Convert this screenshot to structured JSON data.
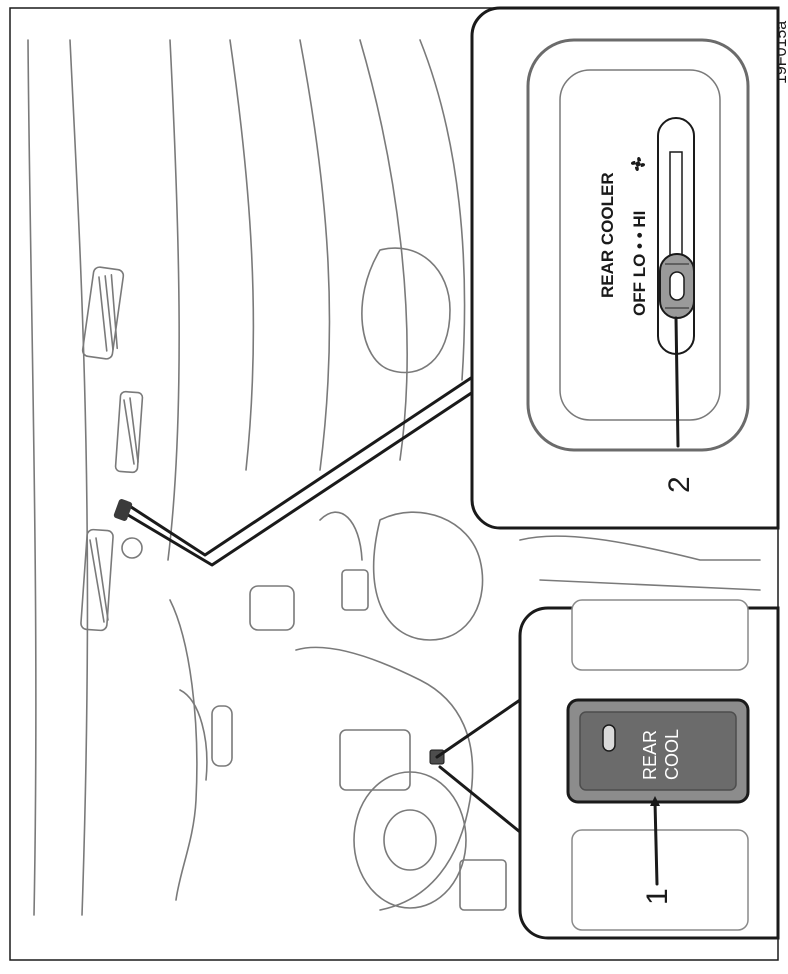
{
  "figure_code": "19F015a",
  "callouts": {
    "one": "1",
    "two": "2"
  },
  "rear_cool_switch": {
    "line1": "REAR",
    "line2": "COOL"
  },
  "rear_cooler_panel": {
    "title": "REAR COOLER",
    "scale": "OFF LO  •  •  HI",
    "hi_icon": "fan-icon"
  },
  "colors": {
    "line_dark": "#1a1a1a",
    "line_light": "#7a7a7a",
    "button_fill": "#8c8c8c",
    "button_inner": "#6b6b6b"
  }
}
